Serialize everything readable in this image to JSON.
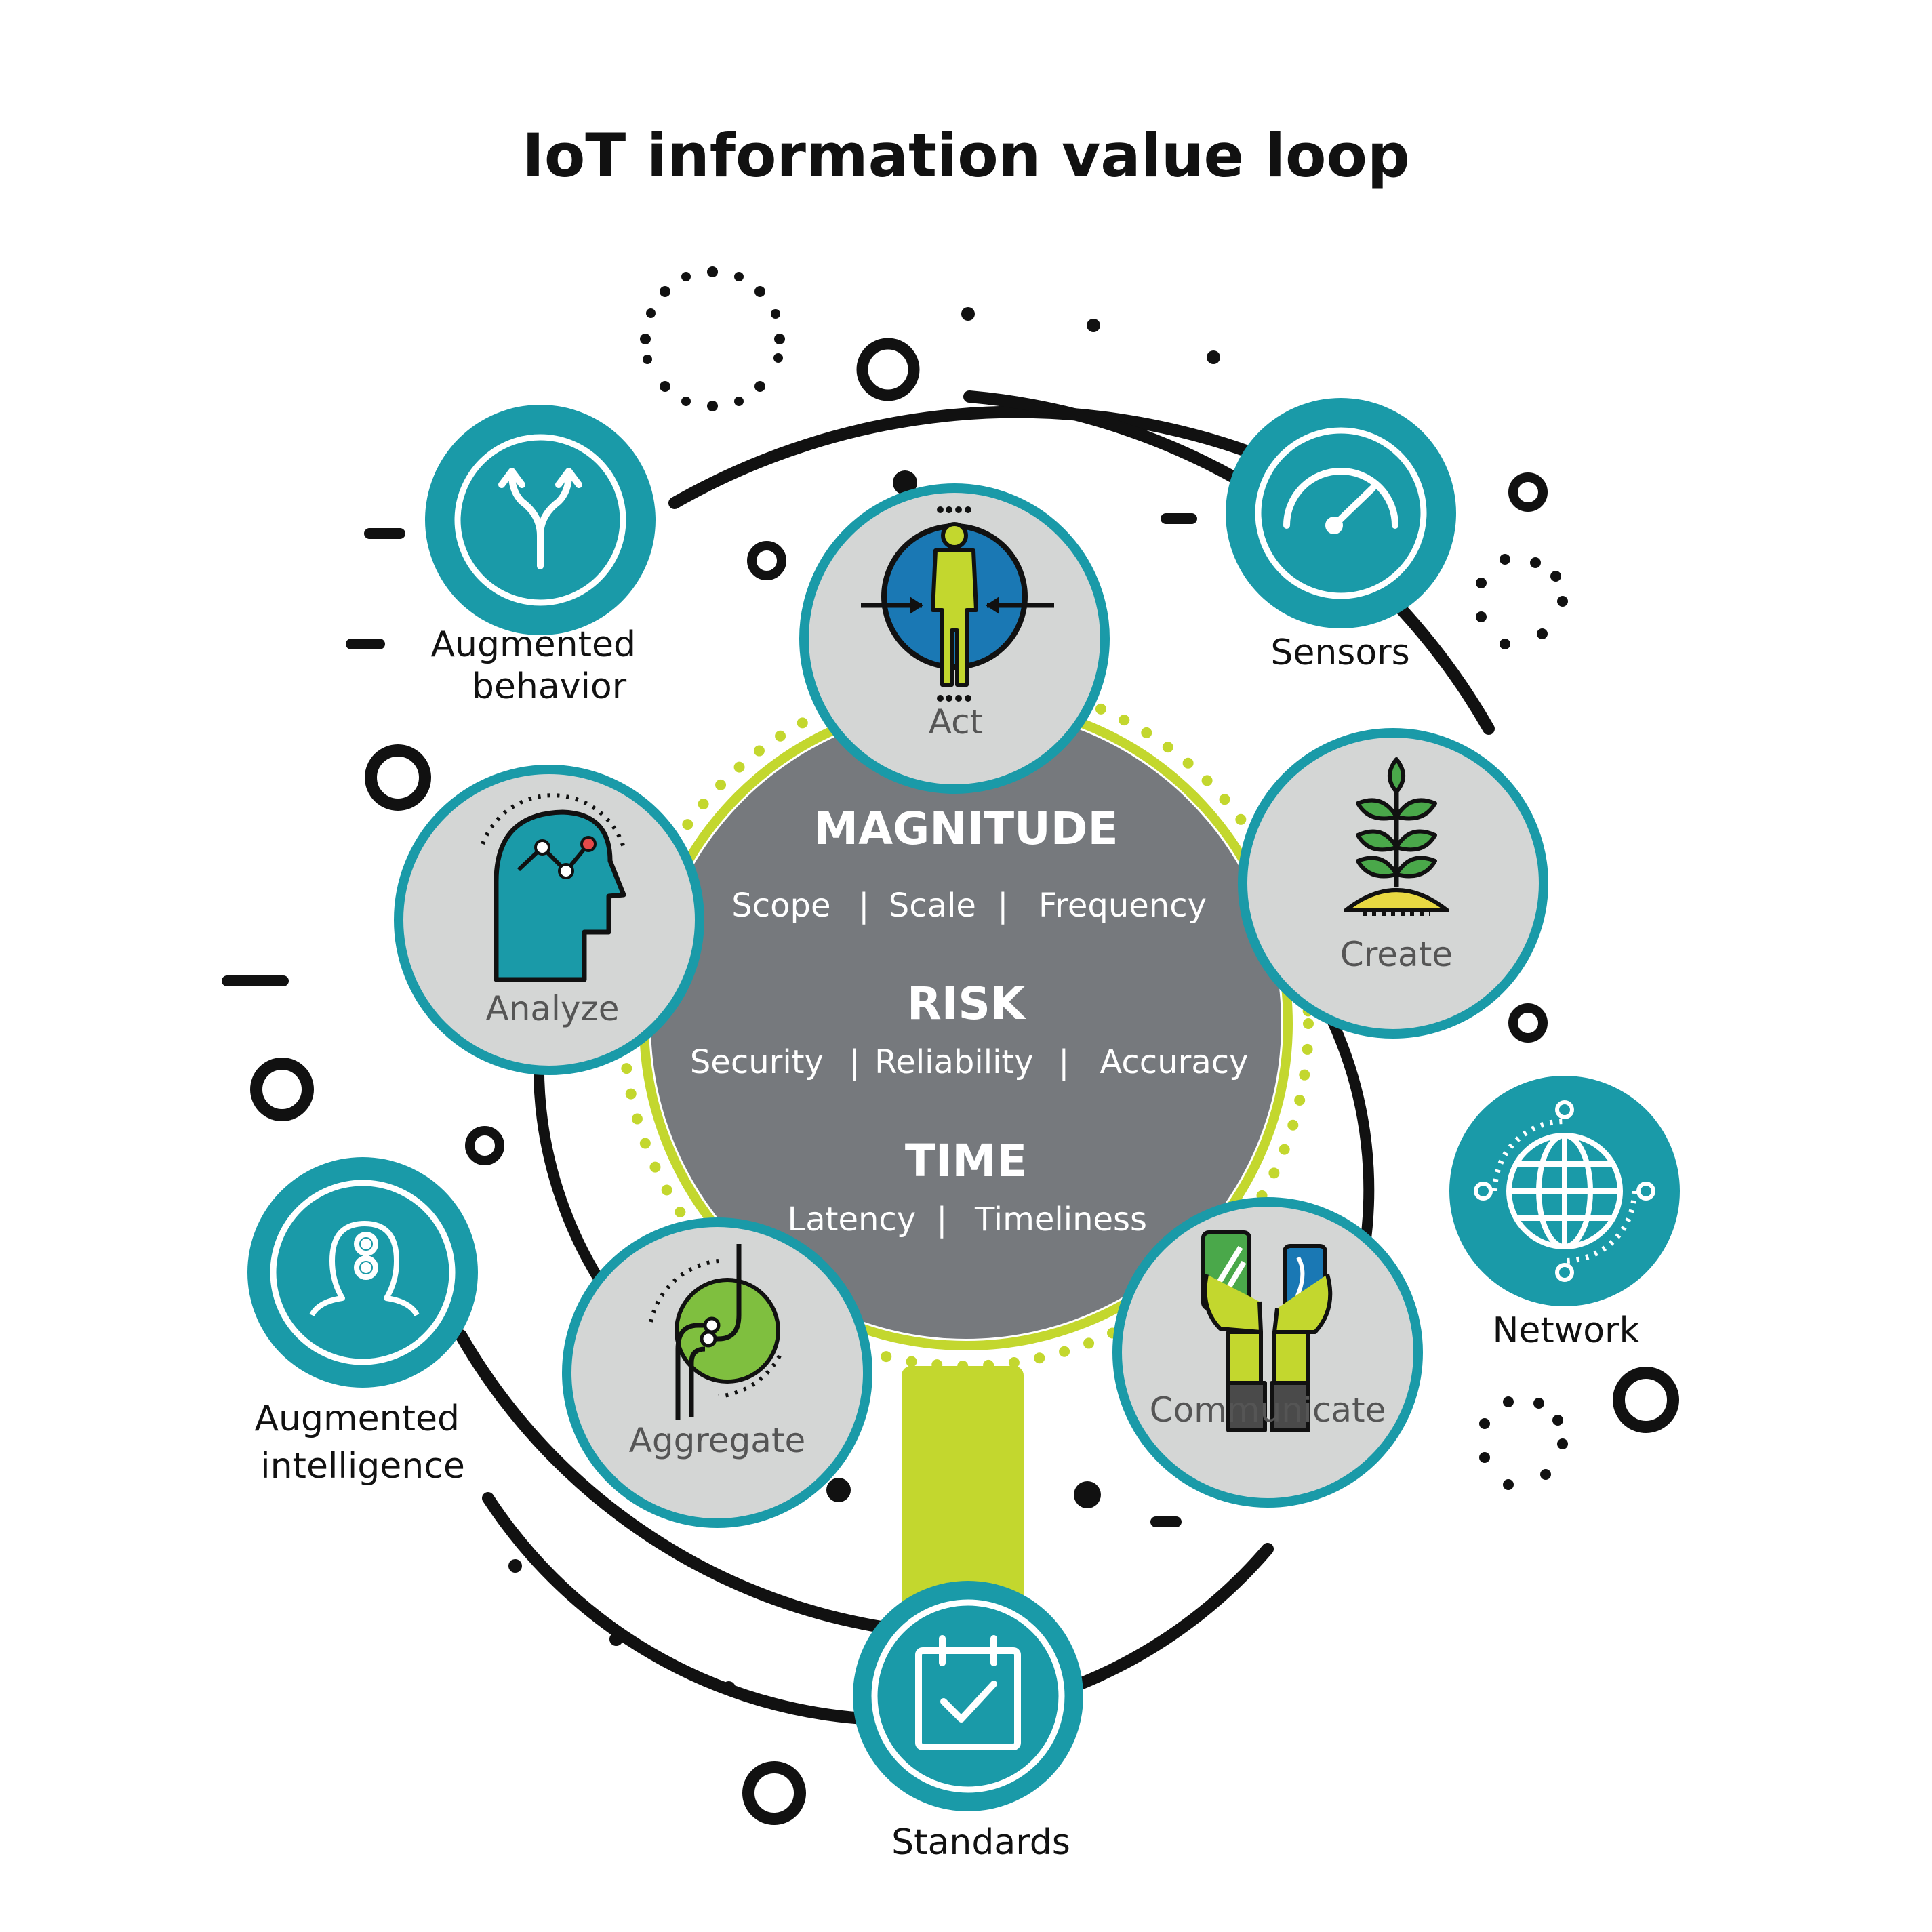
{
  "title": "IoT information value loop",
  "center": {
    "magnitude": {
      "heading": "MAGNITUDE",
      "items": [
        "Scope",
        "Scale",
        "Frequency"
      ]
    },
    "risk": {
      "heading": "RISK",
      "items": [
        "Security",
        "Reliability",
        "Accuracy"
      ]
    },
    "time": {
      "heading": "TIME",
      "items": [
        "Latency",
        "Timeliness"
      ]
    },
    "separator": "|"
  },
  "stages": {
    "act": {
      "label": "Act",
      "icon": "person-targeted-icon"
    },
    "create": {
      "label": "Create",
      "icon": "sprouting-plant-icon"
    },
    "communicate": {
      "label": "Communicate",
      "icon": "hands-holding-phones-icon"
    },
    "aggregate": {
      "label": "Aggregate",
      "icon": "circuit-circle-icon"
    },
    "analyze": {
      "label": "Analyze",
      "icon": "head-with-chart-icon"
    }
  },
  "drivers": {
    "sensors": {
      "label": "Sensors",
      "icon": "gauge-icon"
    },
    "network": {
      "label": "Network",
      "icon": "globe-icon"
    },
    "standards": {
      "label": "Standards",
      "icon": "calendar-check-icon"
    },
    "augmented_intelligence": {
      "label_line1": "Augmented",
      "label_line2": "intelligence",
      "icon": "head-with-gears-icon"
    },
    "augmented_behavior": {
      "label_line1": "Augmented",
      "label_line2": "behavior",
      "icon": "diverging-arrows-icon"
    }
  },
  "colors": {
    "teal": "#1a9aa8",
    "light_gray": "#d4d6d5",
    "dark_gray": "#76797d",
    "lime": "#c3d72e",
    "ink": "#111111",
    "label_gray": "#555555"
  }
}
